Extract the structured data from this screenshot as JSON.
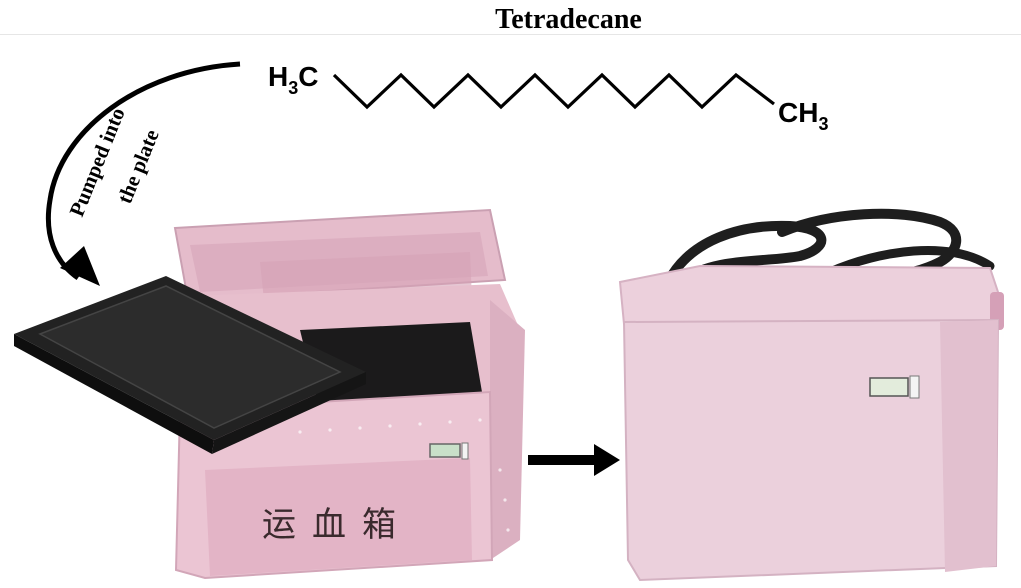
{
  "figure": {
    "title": "Tetradecane",
    "molecule": {
      "left_group": "H3C",
      "left_group_main": "H",
      "left_group_sub": "3",
      "left_group_tail": "C",
      "right_group": "CH3",
      "right_group_main": "CH",
      "right_group_sub": "3"
    },
    "arrow_label_line1": "Pumped into",
    "arrow_label_line2": "the plate",
    "box_label": "运血箱",
    "colors": {
      "box_pink": "#e9c4d2",
      "box_pink_dark": "#d9a7bb",
      "plate": "#1f1f1f",
      "text": "#000000"
    },
    "icons": [
      "curved-arrow-icon",
      "right-arrow-icon",
      "thermometer-display-icon"
    ]
  }
}
